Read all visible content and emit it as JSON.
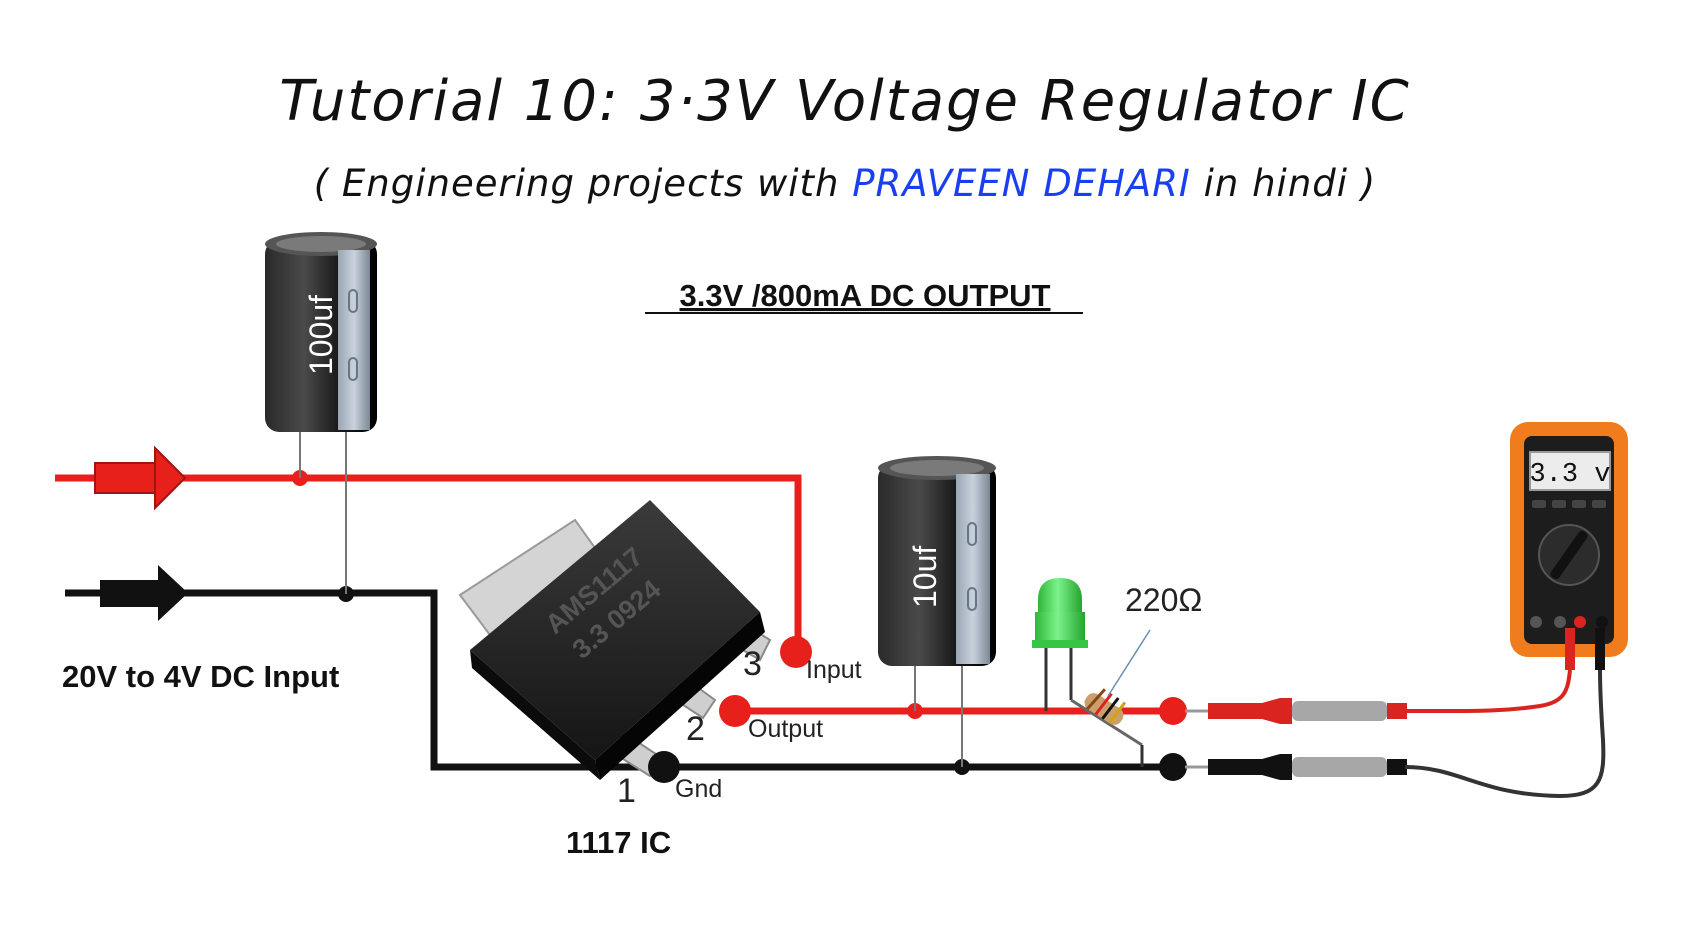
{
  "header": {
    "title": "Tutorial 10: 3·3V Voltage Regulator IC",
    "subtitle_open": "( Engineering projects with ",
    "subtitle_author": "PRAVEEN DEHARI",
    "subtitle_close": " in hindi )"
  },
  "diagram": {
    "output_label": "3.3V /800mA  DC  OUTPUT",
    "input_label": "20V  to 4V DC Input",
    "ic_label": "1117 IC",
    "ic_marking_line1": "AMS1117",
    "ic_marking_line2": "3.3 0924",
    "cap_input_value": "100uf",
    "cap_output_value": "10uf",
    "resistor_value": "220Ω",
    "multimeter_reading": "3.3 v",
    "pins": [
      {
        "number": "3",
        "name": "Input"
      },
      {
        "number": "2",
        "name": "Output"
      },
      {
        "number": "1",
        "name": "Gnd"
      }
    ]
  },
  "colors": {
    "positive_wire": "#e8201c",
    "ground_wire": "#111111",
    "author": "#1a3ff0",
    "multimeter_body": "#f07c1e",
    "led": "#3bd84a"
  }
}
